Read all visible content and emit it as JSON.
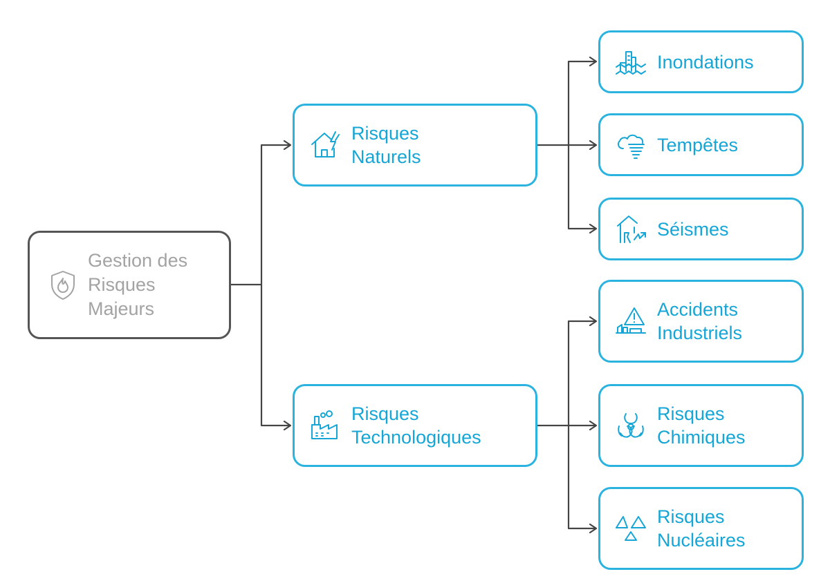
{
  "diagram": {
    "root": {
      "lines": [
        "Gestion des",
        "Risques",
        "Majeurs"
      ],
      "icon": "shield-flame-icon"
    },
    "branches": [
      {
        "lines": [
          "Risques",
          "Naturels"
        ],
        "icon": "house-lightning-icon",
        "children": [
          {
            "lines": [
              "Inondations"
            ],
            "icon": "flooded-city-icon"
          },
          {
            "lines": [
              "Tempêtes"
            ],
            "icon": "storm-cloud-icon"
          },
          {
            "lines": [
              "Séismes"
            ],
            "icon": "earthquake-house-icon"
          }
        ]
      },
      {
        "lines": [
          "Risques",
          "Technologiques"
        ],
        "icon": "factory-icon",
        "children": [
          {
            "lines": [
              "Accidents",
              "Industriels"
            ],
            "icon": "industrial-warning-icon"
          },
          {
            "lines": [
              "Risques",
              "Chimiques"
            ],
            "icon": "biohazard-icon"
          },
          {
            "lines": [
              "Risques",
              "Nucléaires"
            ],
            "icon": "radiation-icon"
          }
        ]
      }
    ],
    "colors": {
      "accent": "#2bb3e0",
      "accent_text": "#16a6d6",
      "root_border": "#555555",
      "root_text": "#a3a3a3",
      "connector": "#444444"
    }
  }
}
